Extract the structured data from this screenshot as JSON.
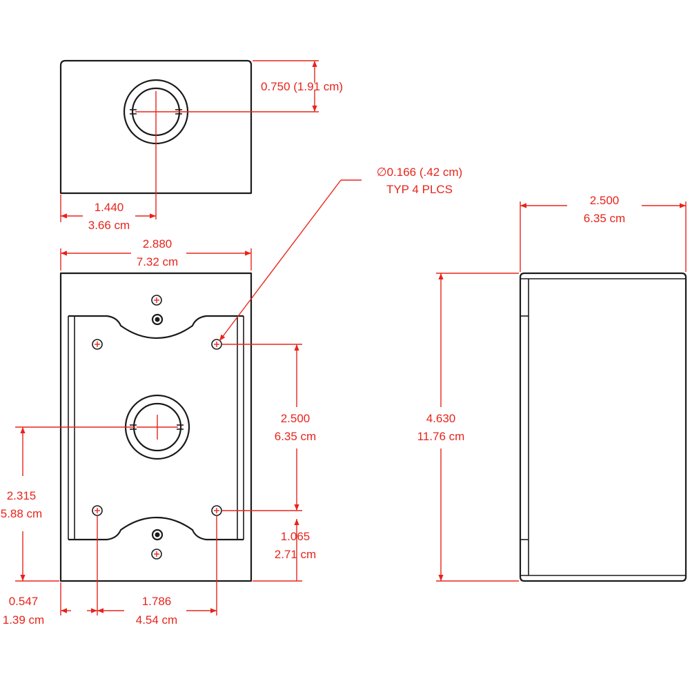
{
  "colors": {
    "dimension": "#e8231b",
    "outline": "#1a1a1a",
    "background": "#ffffff"
  },
  "dimensions": {
    "top_hub_offset": "0.750 (1.91 cm)",
    "top_hub_center_in": "1.440",
    "top_hub_center_cm": "3.66 cm",
    "width_in": "2.880",
    "width_cm": "7.32 cm",
    "mount_hole_note_line1": "∅0.166 (.42 cm)",
    "mount_hole_note_line2": "TYP 4 PLCS",
    "depth_in": "2.500",
    "depth_cm": "6.35 cm",
    "hole_spacing_in": "2.500",
    "hole_spacing_cm": "6.35 cm",
    "height_in": "4.630",
    "height_cm": "11.76 cm",
    "hub_height_in": "2.315",
    "hub_height_cm": "5.88 cm",
    "hole_bottom_in": "1.065",
    "hole_bottom_cm": "2.71 cm",
    "hole_side_in": "0.547",
    "hole_side_cm": "1.39 cm",
    "hole_horizontal_in": "1.786",
    "hole_horizontal_cm": "4.54 cm"
  }
}
